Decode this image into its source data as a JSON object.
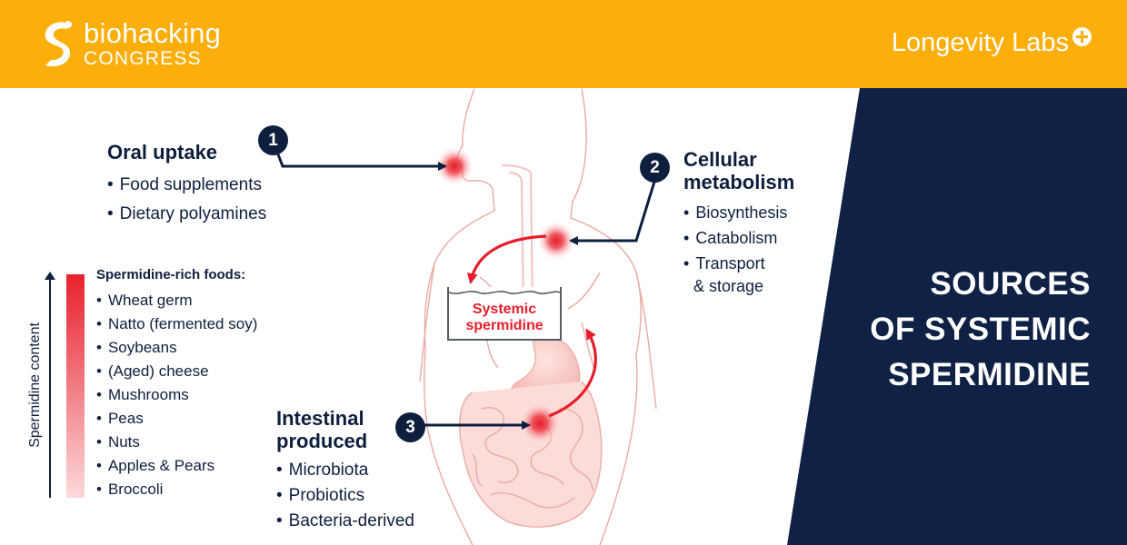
{
  "header": {
    "brand_line1": "biohacking",
    "brand_line2": "CONGRESS",
    "lab_name": "Longevity Labs",
    "lab_icon": "plus-circle-icon"
  },
  "headline": [
    "SOURCES",
    "OF SYSTEMIC",
    "SPERMIDINE"
  ],
  "oral": {
    "number": "1",
    "title": "Oral uptake",
    "items": [
      "Food supplements",
      "Dietary polyamines"
    ]
  },
  "cellular": {
    "number": "2",
    "title": [
      "Cellular",
      "metabolism"
    ],
    "items": [
      "Biosynthesis",
      "Catabolism",
      "Transport",
      "& storage"
    ]
  },
  "intestinal": {
    "number": "3",
    "title": [
      "Intestinal",
      "produced"
    ],
    "items": [
      "Microbiota",
      "Probiotics",
      "Bacteria-derived"
    ]
  },
  "pool": {
    "label": [
      "Systemic",
      "spermidine"
    ]
  },
  "foods": {
    "title": "Spermidine-rich foods:",
    "axis_label": "Spermidine content",
    "items": [
      "Wheat germ",
      "Natto (fermented soy)",
      "Soybeans",
      "(Aged) cheese",
      "Mushrooms",
      "Peas",
      "Nuts",
      "Apples & Pears",
      "Broccoli"
    ]
  },
  "colors": {
    "header_yellow": "#fcae0b",
    "navy": "#0f2245",
    "accent_red": "#e61e2b",
    "body_outline": "#e9a9a2"
  }
}
